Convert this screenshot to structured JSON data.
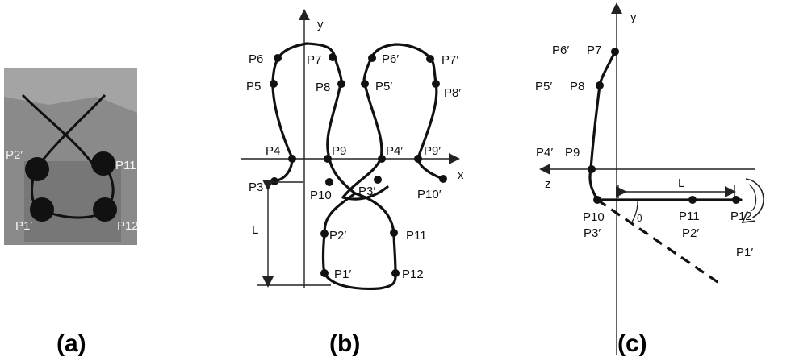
{
  "panels": {
    "a": {
      "caption": "(a)",
      "labels": {
        "p2p": "P2′",
        "p11": "P11",
        "p1p": "P1′",
        "p12": "P12"
      }
    },
    "b": {
      "caption": "(b)",
      "axes": {
        "x": "x",
        "y": "y"
      },
      "points": {
        "p6": "P6",
        "p7": "P7",
        "p5": "P5",
        "p8": "P8",
        "p6p": "P6′",
        "p7p": "P7′",
        "p5p": "P5′",
        "p8p": "P8′",
        "p4": "P4",
        "p9": "P9",
        "p4p": "P4′",
        "p9p": "P9′",
        "p3": "P3",
        "p10": "P10",
        "p3p": "P3′",
        "p10p": "P10′",
        "p2p": "P2′",
        "p11": "P11",
        "p1p": "P1′",
        "p12": "P12"
      },
      "length": "L"
    },
    "c": {
      "caption": "(c)",
      "axes": {
        "y": "y",
        "z": "z"
      },
      "points": {
        "p6p": "P6′",
        "p7": "P7",
        "p5p": "P5′",
        "p8": "P8",
        "p4p": "P4′",
        "p9": "P9",
        "p10": "P10",
        "p3p": "P3′",
        "p11": "P11",
        "p2p": "P2′",
        "p12": "P12",
        "p1p": "P1′"
      },
      "length": "L",
      "angle": "θ"
    }
  }
}
